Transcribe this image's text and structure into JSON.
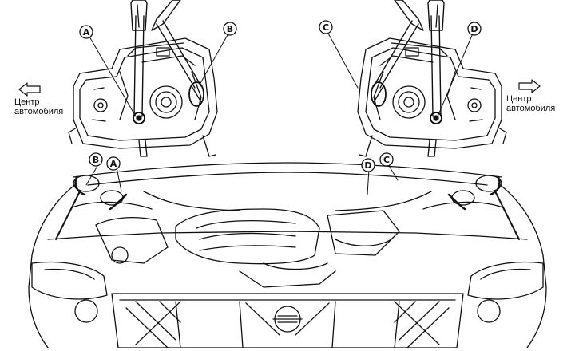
{
  "direction_labels": {
    "left": [
      "Центр",
      "автомобиля"
    ],
    "right": [
      "Центр",
      "автомобиля"
    ]
  },
  "callouts": {
    "a": "A",
    "b": "B",
    "c": "C",
    "d": "D"
  }
}
